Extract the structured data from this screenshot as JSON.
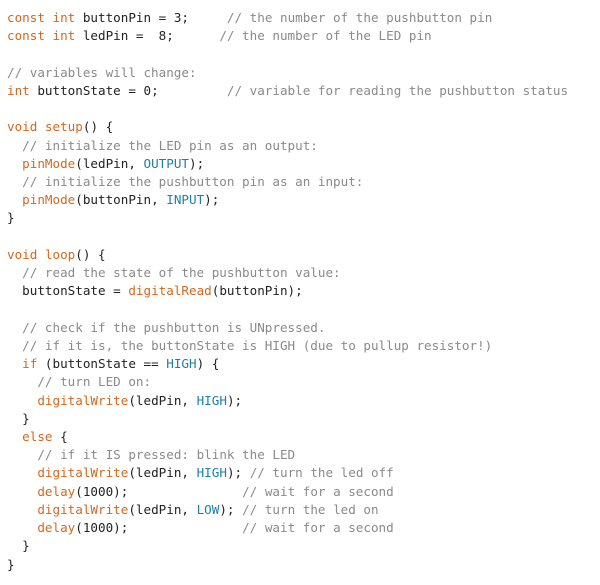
{
  "colors": {
    "keyword": "#cc6a1f",
    "function": "#d2691e",
    "constant": "#1f7fa3",
    "comment": "#8a8a8a",
    "text": "#222222"
  },
  "code_lines": [
    [
      [
        "kw",
        "const int"
      ],
      [
        "tx",
        " buttonPin = 3;     "
      ],
      [
        "cm",
        "// the number of the pushbutton pin"
      ]
    ],
    [
      [
        "kw",
        "const int"
      ],
      [
        "tx",
        " ledPin =  8;      "
      ],
      [
        "cm",
        "// the number of the LED pin"
      ]
    ],
    [],
    [
      [
        "cm",
        "// variables will change:"
      ]
    ],
    [
      [
        "kw",
        "int"
      ],
      [
        "tx",
        " buttonState = 0;         "
      ],
      [
        "cm",
        "// variable for reading the pushbutton status"
      ]
    ],
    [],
    [
      [
        "kw",
        "void"
      ],
      [
        "tx",
        " "
      ],
      [
        "fn",
        "setup"
      ],
      [
        "tx",
        "() {"
      ]
    ],
    [
      [
        "tx",
        "  "
      ],
      [
        "cm",
        "// initialize the LED pin as an output:"
      ]
    ],
    [
      [
        "tx",
        "  "
      ],
      [
        "fn",
        "pinMode"
      ],
      [
        "tx",
        "(ledPin, "
      ],
      [
        "const",
        "OUTPUT"
      ],
      [
        "tx",
        ");"
      ]
    ],
    [
      [
        "tx",
        "  "
      ],
      [
        "cm",
        "// initialize the pushbutton pin as an input:"
      ]
    ],
    [
      [
        "tx",
        "  "
      ],
      [
        "fn",
        "pinMode"
      ],
      [
        "tx",
        "(buttonPin, "
      ],
      [
        "const",
        "INPUT"
      ],
      [
        "tx",
        ");"
      ]
    ],
    [
      [
        "tx",
        "}"
      ]
    ],
    [],
    [
      [
        "kw",
        "void"
      ],
      [
        "tx",
        " "
      ],
      [
        "fn",
        "loop"
      ],
      [
        "tx",
        "() {"
      ]
    ],
    [
      [
        "tx",
        "  "
      ],
      [
        "cm",
        "// read the state of the pushbutton value:"
      ]
    ],
    [
      [
        "tx",
        "  buttonState = "
      ],
      [
        "fn",
        "digitalRead"
      ],
      [
        "tx",
        "(buttonPin);"
      ]
    ],
    [],
    [
      [
        "tx",
        "  "
      ],
      [
        "cm",
        "// check if the pushbutton is UNpressed."
      ]
    ],
    [
      [
        "tx",
        "  "
      ],
      [
        "cm",
        "// if it is, the buttonState is HIGH (due to pullup resistor!)"
      ]
    ],
    [
      [
        "tx",
        "  "
      ],
      [
        "kw",
        "if"
      ],
      [
        "tx",
        " (buttonState == "
      ],
      [
        "const",
        "HIGH"
      ],
      [
        "tx",
        ") {"
      ]
    ],
    [
      [
        "tx",
        "    "
      ],
      [
        "cm",
        "// turn LED on:"
      ]
    ],
    [
      [
        "tx",
        "    "
      ],
      [
        "fn",
        "digitalWrite"
      ],
      [
        "tx",
        "(ledPin, "
      ],
      [
        "const",
        "HIGH"
      ],
      [
        "tx",
        ");"
      ]
    ],
    [
      [
        "tx",
        "  }"
      ]
    ],
    [
      [
        "tx",
        "  "
      ],
      [
        "kw",
        "else"
      ],
      [
        "tx",
        " {"
      ]
    ],
    [
      [
        "tx",
        "    "
      ],
      [
        "cm",
        "// if it IS pressed: blink the LED"
      ]
    ],
    [
      [
        "tx",
        "    "
      ],
      [
        "fn",
        "digitalWrite"
      ],
      [
        "tx",
        "(ledPin, "
      ],
      [
        "const",
        "HIGH"
      ],
      [
        "tx",
        "); "
      ],
      [
        "cm",
        "// turn the led off"
      ]
    ],
    [
      [
        "tx",
        "    "
      ],
      [
        "fn",
        "delay"
      ],
      [
        "tx",
        "(1000);               "
      ],
      [
        "cm",
        "// wait for a second"
      ]
    ],
    [
      [
        "tx",
        "    "
      ],
      [
        "fn",
        "digitalWrite"
      ],
      [
        "tx",
        "(ledPin, "
      ],
      [
        "const",
        "LOW"
      ],
      [
        "tx",
        "); "
      ],
      [
        "cm",
        "// turn the led on"
      ]
    ],
    [
      [
        "tx",
        "    "
      ],
      [
        "fn",
        "delay"
      ],
      [
        "tx",
        "(1000);               "
      ],
      [
        "cm",
        "// wait for a second"
      ]
    ],
    [
      [
        "tx",
        "  }"
      ]
    ],
    [
      [
        "tx",
        "}"
      ]
    ]
  ]
}
